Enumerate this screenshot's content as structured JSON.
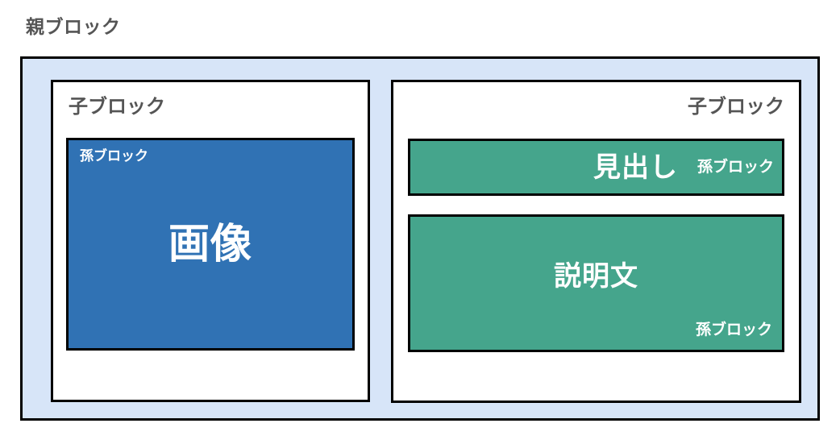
{
  "page": {
    "title": "親ブロック",
    "background": "#ffffff"
  },
  "colors": {
    "parent_fill": "#d7e5f8",
    "child_fill": "#ffffff",
    "border": "#000000",
    "label_text": "#555555",
    "image_block_fill": "#3072b4",
    "text_block_fill": "#45a58c",
    "block_text": "#ffffff"
  },
  "parent_block": {
    "label": "親ブロック",
    "children": [
      {
        "label": "子ブロック",
        "label_align": "left",
        "grandchildren": [
          {
            "tag": "孫ブロック",
            "main": "画像",
            "role": "image",
            "fill": "#3072b4"
          }
        ]
      },
      {
        "label": "子ブロック",
        "label_align": "right",
        "grandchildren": [
          {
            "tag": "孫ブロック",
            "main": "見出し",
            "role": "heading",
            "fill": "#45a58c"
          },
          {
            "tag": "孫ブロック",
            "main": "説明文",
            "role": "description",
            "fill": "#45a58c"
          }
        ]
      }
    ]
  }
}
